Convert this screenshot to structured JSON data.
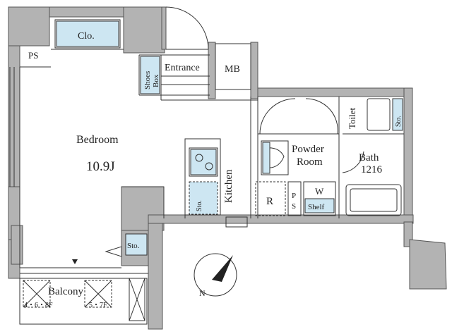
{
  "rooms": {
    "closet": "Clo.",
    "pipe_space_top": "PS",
    "entrance": "Entrance",
    "shoes_box_line1": "Shoes",
    "shoes_box_line2": "Box",
    "meter_box": "MB",
    "toilet": "Toilet",
    "toilet_storage": "Sto.",
    "bedroom": "Bedroom",
    "bedroom_size": "10.9J",
    "kitchen": "Kitchen",
    "kitchen_storage": "Sto.",
    "refrigerator": "R",
    "pipe_space_line1": "P",
    "pipe_space_line2": "S",
    "powder_room_line1": "Powder",
    "powder_room_line2": "Room",
    "washer": "W",
    "shelf": "Shelf",
    "bath": "Bath",
    "bath_size": "1216",
    "storage_small": "Sto.",
    "balcony": "Balcony",
    "floor_range_left": "4・6・8F",
    "floor_range_right": "5・7F"
  },
  "compass": {
    "north_label": "N"
  },
  "colors": {
    "wall": "#b3b3b3",
    "wall_stroke": "#555555",
    "fixture_fill": "#cde6f2",
    "line": "#333333"
  }
}
